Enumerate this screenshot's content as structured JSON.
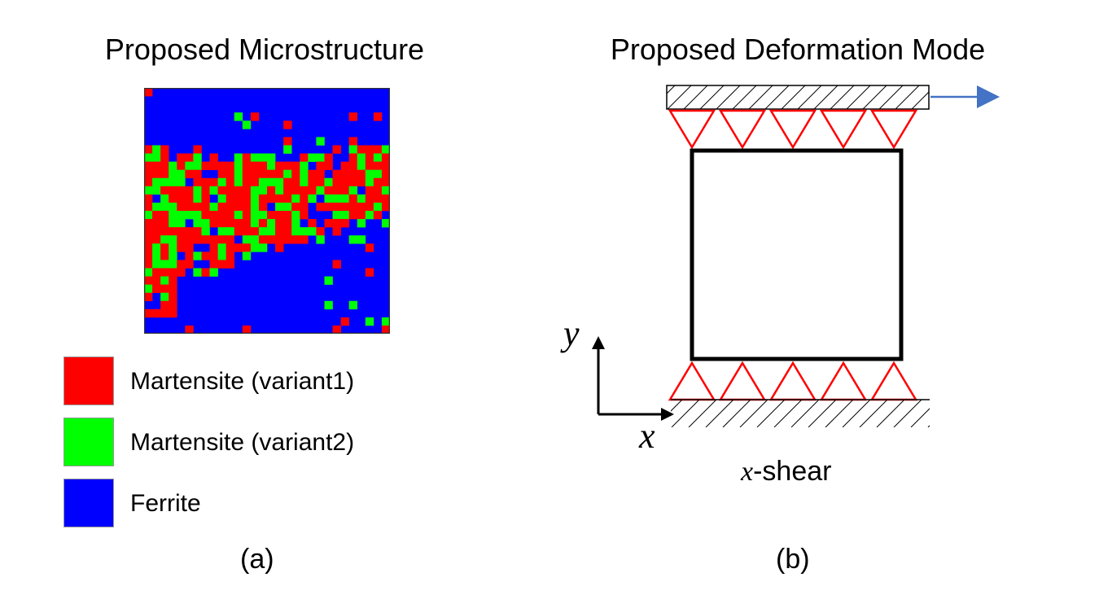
{
  "panel_a": {
    "title": "Proposed Microstructure",
    "grid_size": 30,
    "legend": [
      {
        "label": "Martensite (variant1)",
        "color": "#ff0000"
      },
      {
        "label": "Martensite (variant2)",
        "color": "#00ff00"
      },
      {
        "label": "Ferrite",
        "color": "#0000ff"
      }
    ],
    "caption": "(a)"
  },
  "panel_b": {
    "title": "Proposed Deformation Mode",
    "axis_y": "y",
    "axis_x": "x",
    "mode_var": "x",
    "mode_suffix": "-shear",
    "caption": "(b)",
    "support_color": "#ff0000",
    "arrow_color": "#4472c4",
    "support_count": 5
  }
}
